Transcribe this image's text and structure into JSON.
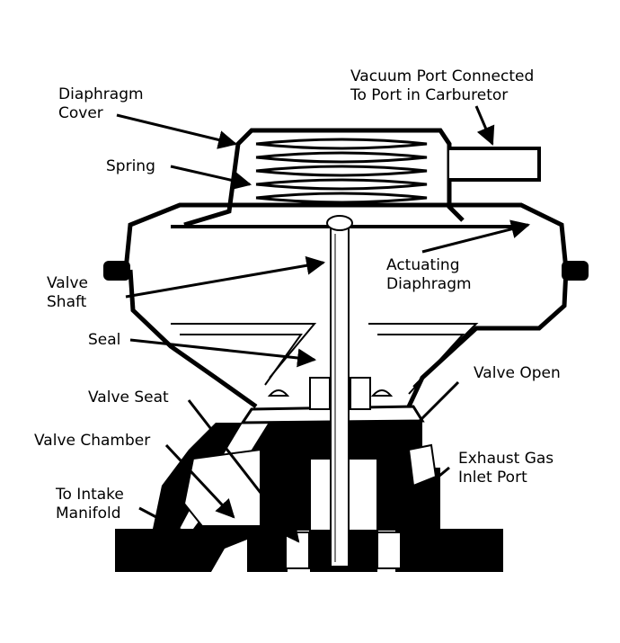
{
  "diagram": {
    "colors": {
      "ink": "#000000",
      "paper": "#ffffff"
    },
    "labels": {
      "diaphragm_cover": "Diaphragm\nCover",
      "vacuum_port": "Vacuum Port Connected\nTo Port in Carburetor",
      "spring": "Spring",
      "valve_shaft": "Valve\nShaft",
      "actuating_diaphragm": "Actuating\nDiaphragm",
      "seal": "Seal",
      "valve_seat": "Valve Seat",
      "valve_open": "Valve Open",
      "valve_chamber": "Valve Chamber",
      "exhaust_gas_inlet_port": "Exhaust Gas\nInlet Port",
      "to_intake_manifold": "To Intake\nManifold"
    }
  }
}
